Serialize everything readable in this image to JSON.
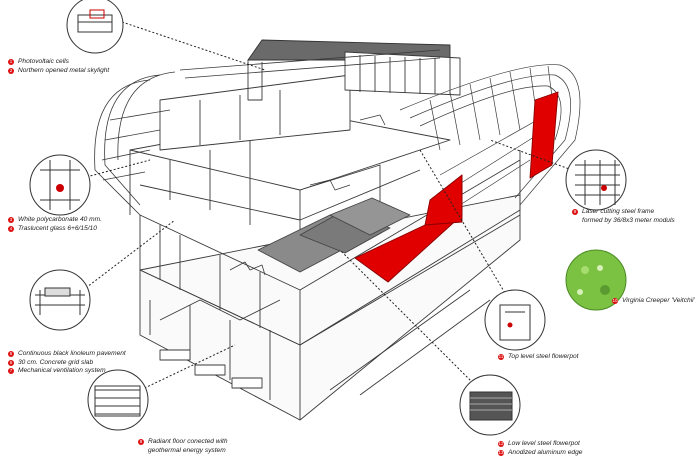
{
  "colors": {
    "accent": "#e00000",
    "line": "#3a3a3a",
    "plant": "#7bc142",
    "dark": "#555555"
  },
  "callouts": [
    {
      "items": [
        {
          "n": "1",
          "text": "Photovoltaic cells"
        },
        {
          "n": "2",
          "text": "Northern opened metal skylight"
        }
      ]
    },
    {
      "items": [
        {
          "n": "3",
          "text": "White polycarbonate 40 mm."
        },
        {
          "n": "4",
          "text": "Traslucent glass 6+6/15/10"
        }
      ]
    },
    {
      "items": [
        {
          "n": "5",
          "text": "Continuous black linoleum pavement"
        },
        {
          "n": "6",
          "text": "30 cm. Concrete grid slab"
        },
        {
          "n": "7",
          "text": "Mechanical ventilation system"
        }
      ]
    },
    {
      "items": [
        {
          "n": "8",
          "text": "Radiant floor conected with"
        },
        {
          "n": "",
          "text": "geothermal energy system"
        }
      ]
    },
    {
      "items": [
        {
          "n": "9",
          "text": "Laser cutting steel frame"
        },
        {
          "n": "",
          "text": "formed by 36/8x3 meter moduls"
        }
      ]
    },
    {
      "items": [
        {
          "n": "10",
          "text": "Virginia Creeper 'Veitchii'"
        }
      ]
    },
    {
      "items": [
        {
          "n": "11",
          "text": "Top level steel flowerpot"
        }
      ]
    },
    {
      "items": [
        {
          "n": "12",
          "text": "Low level steel flowerpot"
        },
        {
          "n": "13",
          "text": "Anodized aluminum edge"
        }
      ]
    }
  ]
}
